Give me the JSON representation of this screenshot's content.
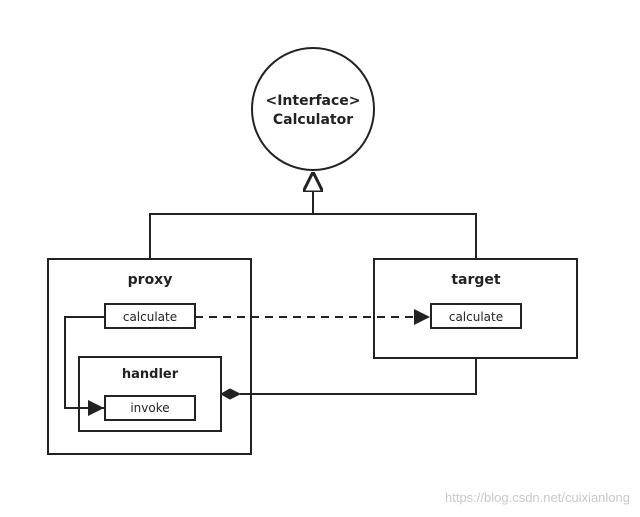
{
  "interface": {
    "stereotype": "<Interface>",
    "name": "Calculator"
  },
  "proxy": {
    "title": "proxy",
    "method": "calculate",
    "handler": {
      "title": "handler",
      "method": "invoke"
    }
  },
  "target": {
    "title": "target",
    "method": "calculate"
  },
  "watermark": "https://blog.csdn.net/cuixianlong"
}
